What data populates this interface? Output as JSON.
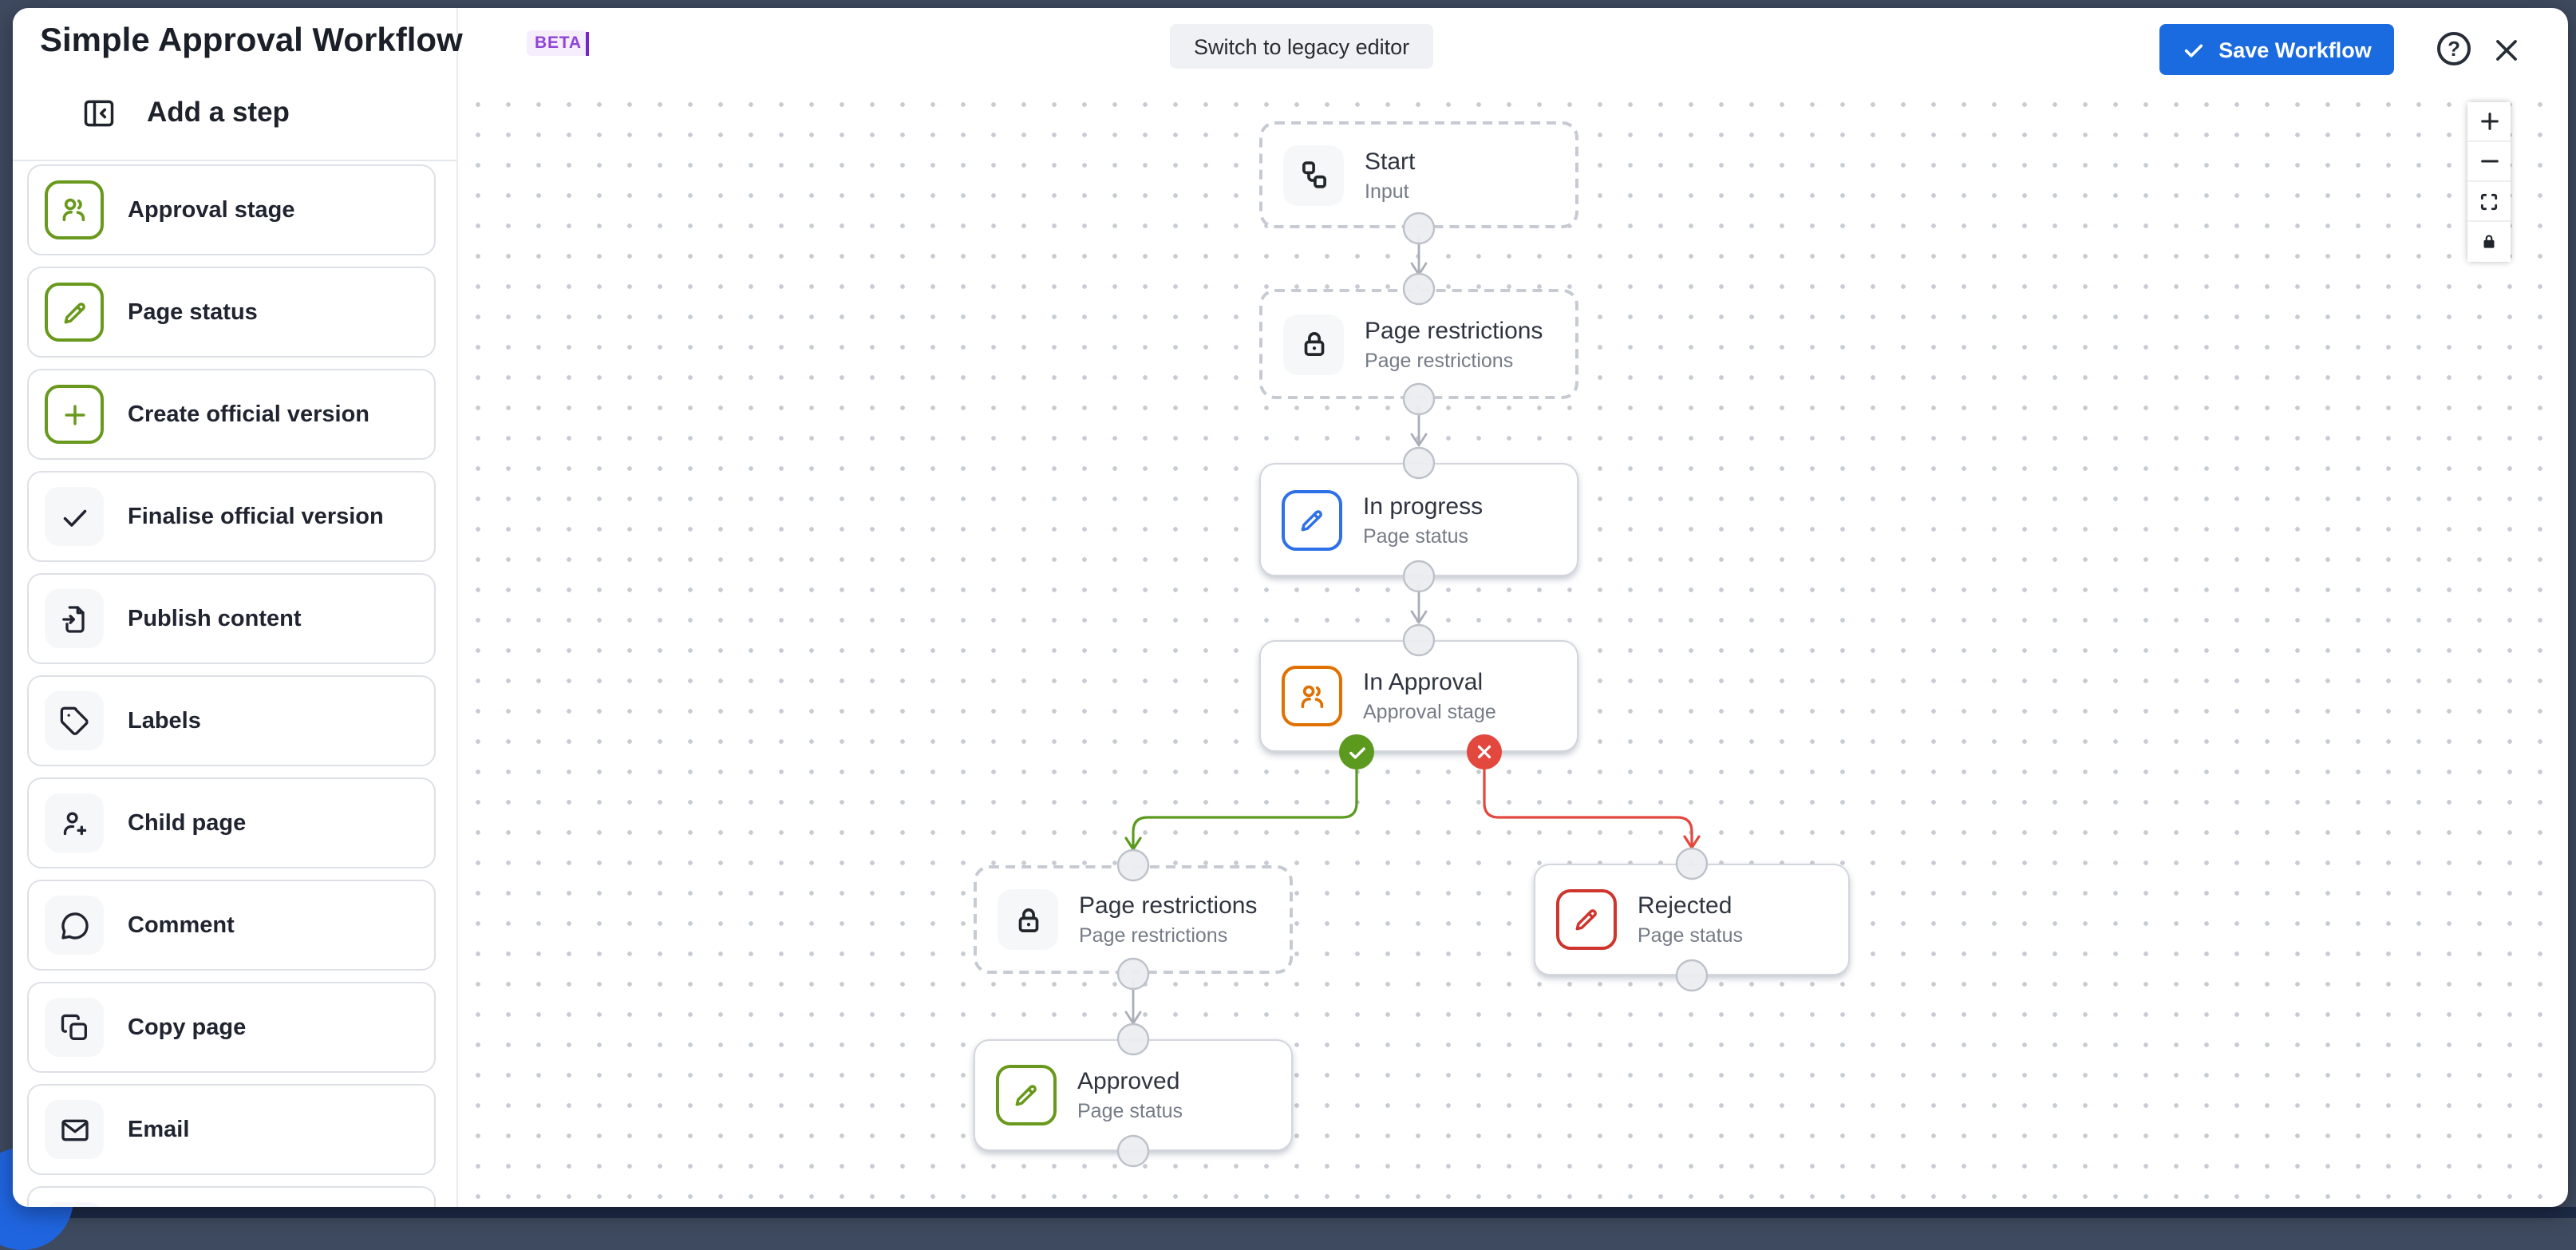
{
  "header": {
    "title": "Simple Approval Workflow",
    "beta_label": "BETA",
    "switch_button": "Switch to legacy editor",
    "save_button": "Save Workflow",
    "help_icon": "question-mark-circle-icon",
    "close_icon": "close-icon"
  },
  "sidebar": {
    "title": "Add a step",
    "collapse_icon": "collapse-panel-icon",
    "items": [
      {
        "label": "Approval stage",
        "icon": "people-icon",
        "variant": "green"
      },
      {
        "label": "Page status",
        "icon": "pencil-icon",
        "variant": "green"
      },
      {
        "label": "Create official version",
        "icon": "plus-icon",
        "variant": "green"
      },
      {
        "label": "Finalise official version",
        "icon": "check-icon",
        "variant": "gray"
      },
      {
        "label": "Publish content",
        "icon": "publish-icon",
        "variant": "gray"
      },
      {
        "label": "Labels",
        "icon": "tag-icon",
        "variant": "gray"
      },
      {
        "label": "Child page",
        "icon": "person-add-icon",
        "variant": "gray"
      },
      {
        "label": "Comment",
        "icon": "comment-icon",
        "variant": "gray"
      },
      {
        "label": "Copy page",
        "icon": "copy-icon",
        "variant": "gray"
      },
      {
        "label": "Email",
        "icon": "mail-icon",
        "variant": "gray"
      }
    ]
  },
  "canvas": {
    "controls": [
      {
        "name": "zoom-in"
      },
      {
        "name": "zoom-out"
      },
      {
        "name": "fit-view"
      },
      {
        "name": "lock"
      }
    ],
    "nodes": [
      {
        "title": "Start",
        "subtitle": "Input",
        "icon": "workflow-icon",
        "style": "dashed",
        "accent": "muted"
      },
      {
        "title": "Page restrictions",
        "subtitle": "Page restrictions",
        "icon": "lock-icon",
        "style": "dashed",
        "accent": "muted"
      },
      {
        "title": "In progress",
        "subtitle": "Page status",
        "icon": "pencil-icon",
        "style": "solid",
        "accent": "blue"
      },
      {
        "title": "In Approval",
        "subtitle": "Approval stage",
        "icon": "people-icon",
        "style": "solid",
        "accent": "orange"
      },
      {
        "title": "Page restrictions",
        "subtitle": "Page restrictions",
        "icon": "lock-icon",
        "style": "dashed",
        "accent": "muted"
      },
      {
        "title": "Rejected",
        "subtitle": "Page status",
        "icon": "pencil-icon",
        "style": "solid",
        "accent": "red"
      },
      {
        "title": "Approved",
        "subtitle": "Page status",
        "icon": "pencil-icon",
        "style": "solid",
        "accent": "green"
      }
    ],
    "edges": [
      {
        "from": "Start",
        "to": "Page restrictions",
        "branch": "default"
      },
      {
        "from": "Page restrictions",
        "to": "In progress",
        "branch": "default"
      },
      {
        "from": "In progress",
        "to": "In Approval",
        "branch": "default"
      },
      {
        "from": "In Approval",
        "to": "Page restrictions (lower)",
        "branch": "approved"
      },
      {
        "from": "In Approval",
        "to": "Rejected",
        "branch": "rejected"
      },
      {
        "from": "Page restrictions (lower)",
        "to": "Approved",
        "branch": "default"
      }
    ]
  },
  "colors": {
    "accent_blue": "#1A6BDF",
    "green": "#68991C",
    "orange": "#DE7101",
    "red": "#CE352C",
    "branch_green": "#5B9A1E",
    "branch_red": "#E2483D",
    "beta_bg": "#F6EDFD",
    "beta_text": "#9044D6"
  }
}
